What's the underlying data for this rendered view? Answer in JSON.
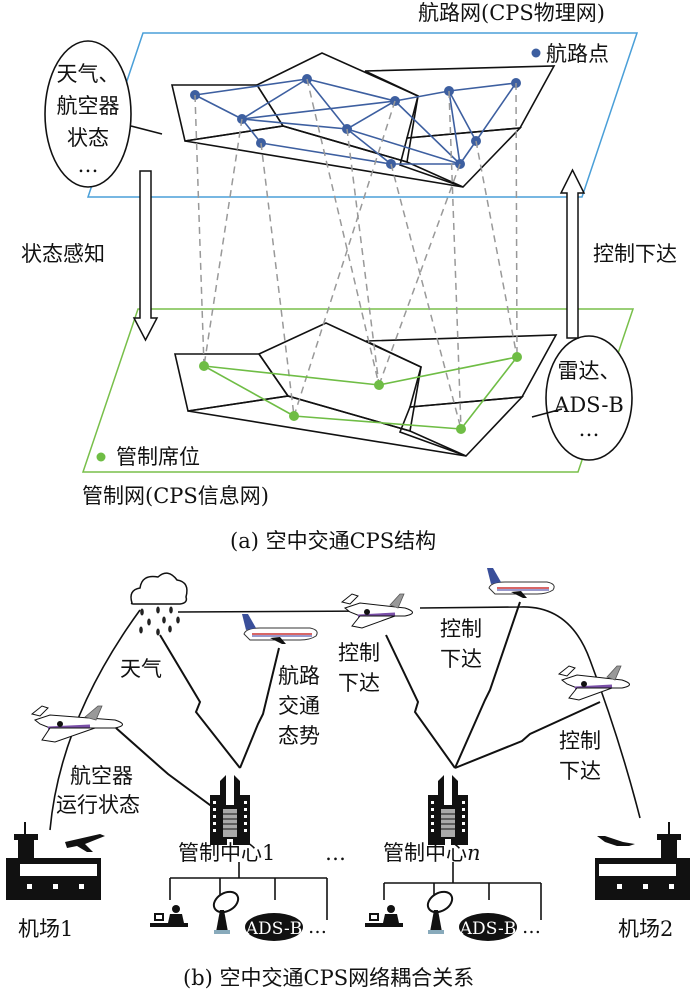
{
  "part_a": {
    "caption": "(a) 空中交通CPS结构",
    "physical_net_title": "航路网(CPS物理网)",
    "physical_legend": "航路点",
    "info_net_title": "管制网(CPS信息网)",
    "info_legend": "管制席位",
    "left_bubble": [
      "天气、",
      "航空器",
      "状态",
      "…"
    ],
    "right_bubble": [
      "雷达、",
      "ADS-B",
      "…"
    ],
    "down_arrow_label": "状态感知",
    "up_arrow_label": "控制下达",
    "colors": {
      "physical_plane": "#4a9fd8",
      "waypoint": "#3d5fa0",
      "info_plane": "#78bf4a",
      "seat": "#6fbd45",
      "mapping_line": "#999999"
    }
  },
  "part_b": {
    "caption": "(b) 空中交通CPS网络耦合关系",
    "labels": {
      "weather": "天气",
      "route_traffic": [
        "航路",
        "交通",
        "态势"
      ],
      "aircraft_status": [
        "航空器",
        "运行状态"
      ],
      "control_1": [
        "控制",
        "下达"
      ],
      "control_2": [
        "控制",
        "下达"
      ],
      "control_3": [
        "控制",
        "下达"
      ],
      "center_1": "管制中心1",
      "center_n": "管制中心",
      "center_n_italic": "n",
      "ellipsis_between": "…",
      "airport_1": "机场1",
      "airport_2": "机场2",
      "adsb": "ADS-B",
      "ellipsis": "…"
    }
  }
}
